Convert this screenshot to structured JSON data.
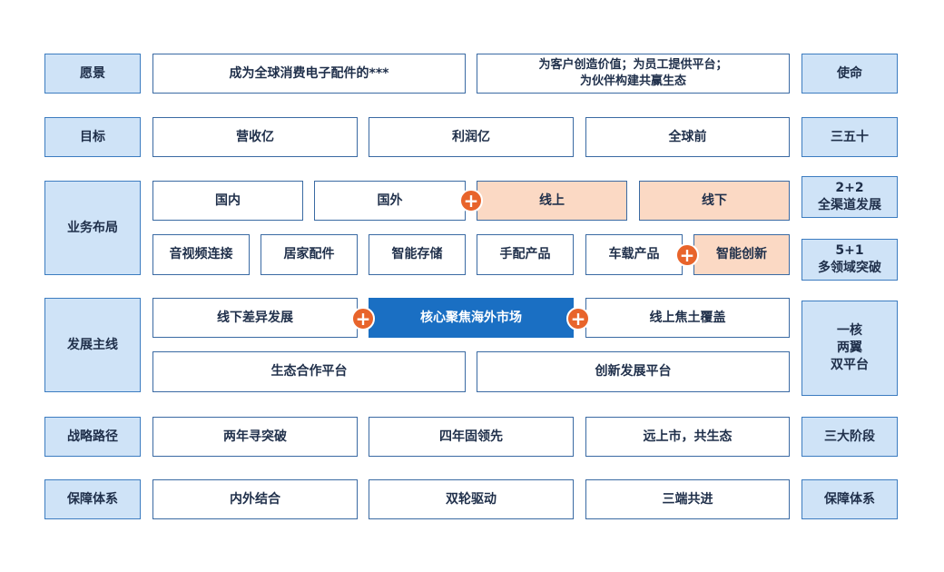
{
  "rows": {
    "vision": {
      "label": "愿景",
      "main": "成为全球消费电子配件的***",
      "mission_text": "为客户创造价值；为员工提供平台；\n为伙伴构建共赢生态",
      "right": "使命"
    },
    "goal": {
      "label": "目标",
      "items": [
        "营收亿",
        "利润亿",
        "全球前"
      ],
      "right": "三五十"
    },
    "business": {
      "label": "业务布局",
      "top": [
        "国内",
        "国外",
        "线上",
        "线下"
      ],
      "bottom": [
        "音视频连接",
        "居家配件",
        "智能存储",
        "手配产品",
        "车载产品",
        "智能创新"
      ],
      "right_top": "2+2\n全渠道发展",
      "right_bottom": "5+1\n多领域突破"
    },
    "mainline": {
      "label": "发展主线",
      "top": [
        "线下差异发展",
        "核心聚焦海外市场",
        "线上焦土覆盖"
      ],
      "bottom": [
        "生态合作平台",
        "创新发展平台"
      ],
      "right": "一核\n两翼\n双平台"
    },
    "strategy": {
      "label": "战略路径",
      "items": [
        "两年寻突破",
        "四年固领先",
        "远上市，共生态"
      ],
      "right": "三大阶段"
    },
    "support": {
      "label": "保障体系",
      "items": [
        "内外结合",
        "双轮驱动",
        "三端共进"
      ],
      "right": "保障体系"
    }
  },
  "plus_symbol": "+",
  "colors": {
    "label_fill": "#cfe3f7",
    "peach_fill": "#fbd9c4",
    "core_fill": "#1a6fc3",
    "plus": "#e8642b",
    "border": "#3a6aa3"
  }
}
